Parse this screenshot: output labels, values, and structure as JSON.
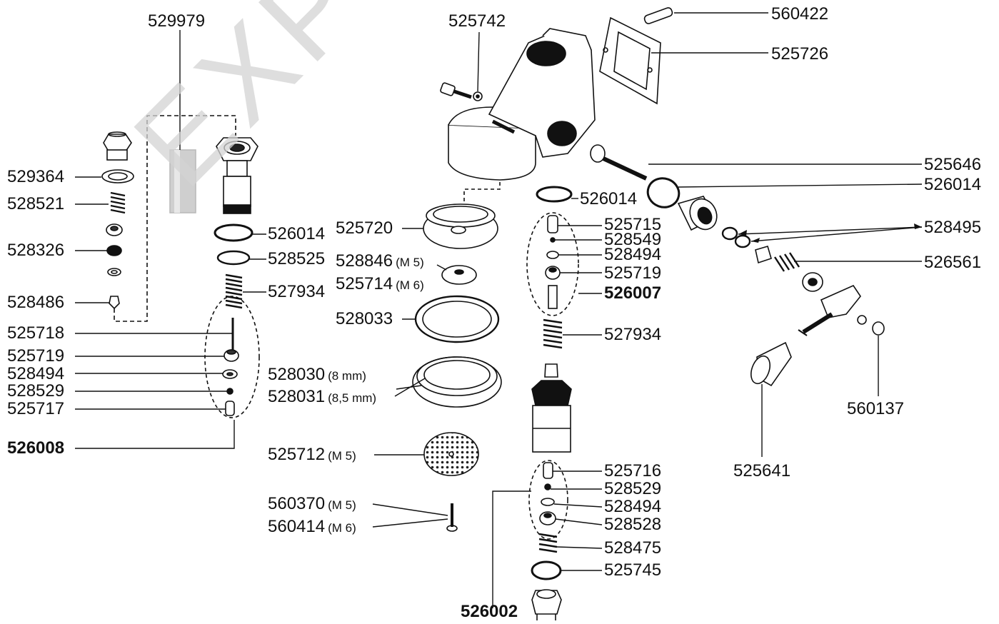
{
  "watermark": "EXPERT",
  "labels": [
    {
      "id": "l529979",
      "num": "529979"
    },
    {
      "id": "l529364",
      "num": "529364"
    },
    {
      "id": "l528521",
      "num": "528521"
    },
    {
      "id": "l528326",
      "num": "528326"
    },
    {
      "id": "l528486",
      "num": "528486"
    },
    {
      "id": "l526014a",
      "num": "526014"
    },
    {
      "id": "l528525",
      "num": "528525"
    },
    {
      "id": "l527934a",
      "num": "527934"
    },
    {
      "id": "l525718",
      "num": "525718"
    },
    {
      "id": "l525719a",
      "num": "525719"
    },
    {
      "id": "l528494a",
      "num": "528494"
    },
    {
      "id": "l528529a",
      "num": "528529"
    },
    {
      "id": "l525717",
      "num": "525717"
    },
    {
      "id": "l526008",
      "num": "526008",
      "bold": true
    },
    {
      "id": "l525742",
      "num": "525742"
    },
    {
      "id": "l525720",
      "num": "525720"
    },
    {
      "id": "l528846",
      "num": "528846",
      "note": "(M 5)"
    },
    {
      "id": "l525714",
      "num": "525714",
      "note": "(M 6)"
    },
    {
      "id": "l528033",
      "num": "528033"
    },
    {
      "id": "l528030",
      "num": "528030",
      "note": "(8 mm)"
    },
    {
      "id": "l528031",
      "num": "528031",
      "note": "(8,5 mm)"
    },
    {
      "id": "l525712",
      "num": "525712",
      "note": "(M 5)"
    },
    {
      "id": "l560370",
      "num": "560370",
      "note": "(M 5)"
    },
    {
      "id": "l560414",
      "num": "560414",
      "note": "(M 6)"
    },
    {
      "id": "l526014b",
      "num": "526014"
    },
    {
      "id": "l525715",
      "num": "525715"
    },
    {
      "id": "l528549",
      "num": "528549"
    },
    {
      "id": "l528494b",
      "num": "528494"
    },
    {
      "id": "l525719b",
      "num": "525719"
    },
    {
      "id": "l526007",
      "num": "526007",
      "bold": true
    },
    {
      "id": "l527934b",
      "num": "527934"
    },
    {
      "id": "l525716",
      "num": "525716"
    },
    {
      "id": "l528529b",
      "num": "528529"
    },
    {
      "id": "l528494c",
      "num": "528494"
    },
    {
      "id": "l528528",
      "num": "528528"
    },
    {
      "id": "l528475",
      "num": "528475"
    },
    {
      "id": "l525745",
      "num": "525745"
    },
    {
      "id": "l526002",
      "num": "526002",
      "bold": true
    },
    {
      "id": "l560422",
      "num": "560422"
    },
    {
      "id": "l525726",
      "num": "525726"
    },
    {
      "id": "l525646",
      "num": "525646"
    },
    {
      "id": "l526014c",
      "num": "526014"
    },
    {
      "id": "l528495",
      "num": "528495"
    },
    {
      "id": "l526561",
      "num": "526561"
    },
    {
      "id": "l560137",
      "num": "560137"
    },
    {
      "id": "l525641",
      "num": "525641"
    }
  ]
}
